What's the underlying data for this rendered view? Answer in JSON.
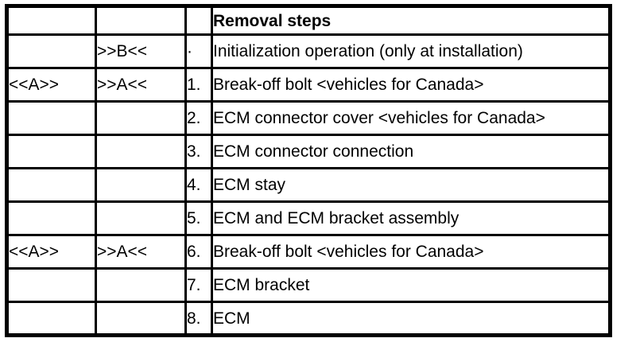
{
  "table": {
    "header": {
      "mark1": "",
      "mark2": "",
      "step": "",
      "title": "Removal steps"
    },
    "rows": [
      {
        "mark1": "",
        "mark2": ">>B<<",
        "step": "·",
        "description": "Initialization operation (only at installation)"
      },
      {
        "mark1": "<<A>>",
        "mark2": ">>A<<",
        "step": "1.",
        "description": "Break-off bolt <vehicles for Canada>"
      },
      {
        "mark1": "",
        "mark2": "",
        "step": "2.",
        "description": "ECM connector cover <vehicles for Canada>"
      },
      {
        "mark1": "",
        "mark2": "",
        "step": "3.",
        "description": "ECM connector connection"
      },
      {
        "mark1": "",
        "mark2": "",
        "step": "4.",
        "description": "ECM stay"
      },
      {
        "mark1": "",
        "mark2": "",
        "step": "5.",
        "description": "ECM and ECM bracket assembly"
      },
      {
        "mark1": "<<A>>",
        "mark2": ">>A<<",
        "step": "6.",
        "description": "Break-off bolt <vehicles for Canada>"
      },
      {
        "mark1": "",
        "mark2": "",
        "step": "7.",
        "description": "ECM bracket"
      },
      {
        "mark1": "",
        "mark2": "",
        "step": "8.",
        "description": "ECM"
      }
    ],
    "colors": {
      "border": "#000000",
      "text": "#000000",
      "background": "#ffffff"
    }
  }
}
